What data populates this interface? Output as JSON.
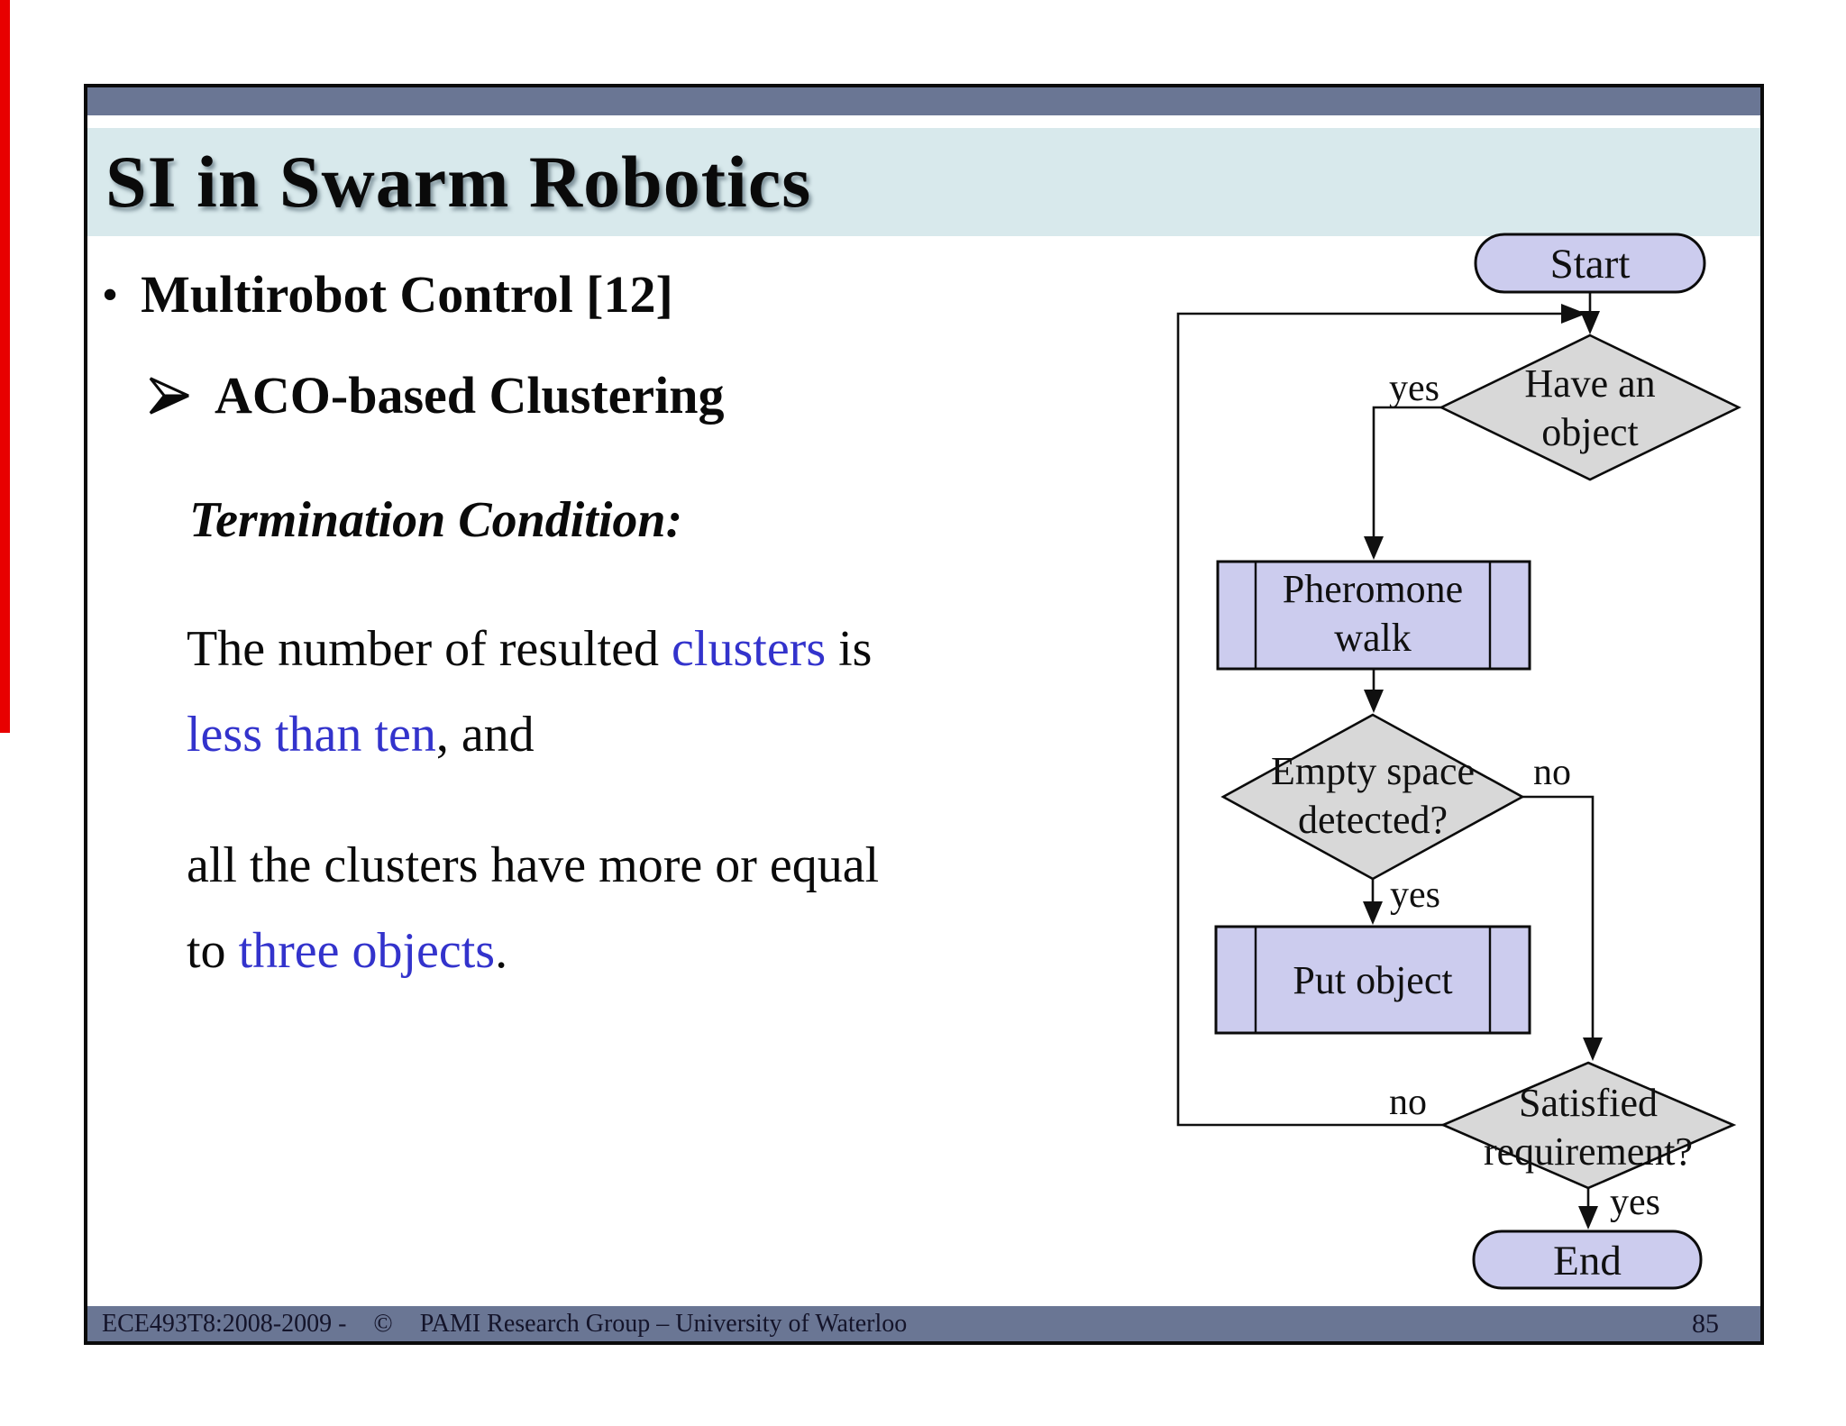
{
  "slide": {
    "title": "SI in Swarm Robotics",
    "bullet1": "Multirobot Control [12]",
    "bullet2": "ACO-based Clustering",
    "heading": "Termination Condition:",
    "para": {
      "l1a": "The number of resulted ",
      "l1b": "clusters",
      "l1c": " is",
      "l2a": "less than ten",
      "l2b": ", and",
      "l3": "all the clusters have more or equal",
      "l4a": "to ",
      "l4b": "three objects",
      "l4c": "."
    }
  },
  "flowchart": {
    "start_label": "Start",
    "decision1_line1": "Have an",
    "decision1_line2": "object",
    "process1_line1": "Pheromone",
    "process1_line2": "walk",
    "decision2_line1": "Empty space",
    "decision2_line2": "detected?",
    "process2_label": "Put object",
    "decision3_line1": "Satisfied",
    "decision3_line2": "requirement?",
    "end_label": "End",
    "label_yes1": "yes",
    "label_no1": "no",
    "label_yes2": "yes",
    "label_no2": "no",
    "label_yes3": "yes"
  },
  "footer": {
    "course": "ECE493T8:2008-2009 -",
    "copyright": "©",
    "group": "PAMI Research Group – University of Waterloo",
    "page": "85"
  },
  "icons": {
    "bullet_dot": "•"
  },
  "colors": {
    "top_bar": "#6a7694",
    "title_band": "#d8e9ec",
    "node_fill": "#ccccee",
    "decision_fill": "#d8d8d8",
    "emphasis_text": "#3333cc",
    "red_strip": "#e80000"
  }
}
